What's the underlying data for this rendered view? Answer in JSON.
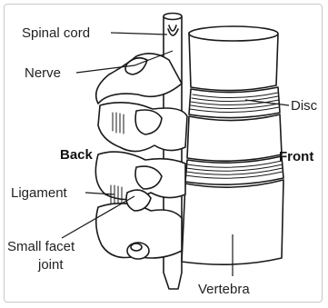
{
  "diagram": {
    "labels": {
      "spinal_cord": "Spinal cord",
      "nerve": "Nerve",
      "disc": "Disc",
      "back": "Back",
      "front": "Front",
      "ligament": "Ligament",
      "small_facet_joint_line1": "Small facet",
      "small_facet_joint_line2": "joint",
      "vertebra": "Vertebra"
    },
    "colors": {
      "stroke": "#1a1a1a",
      "fill": "#ffffff",
      "text": "#222222",
      "frame": "#c8c8c8"
    }
  }
}
